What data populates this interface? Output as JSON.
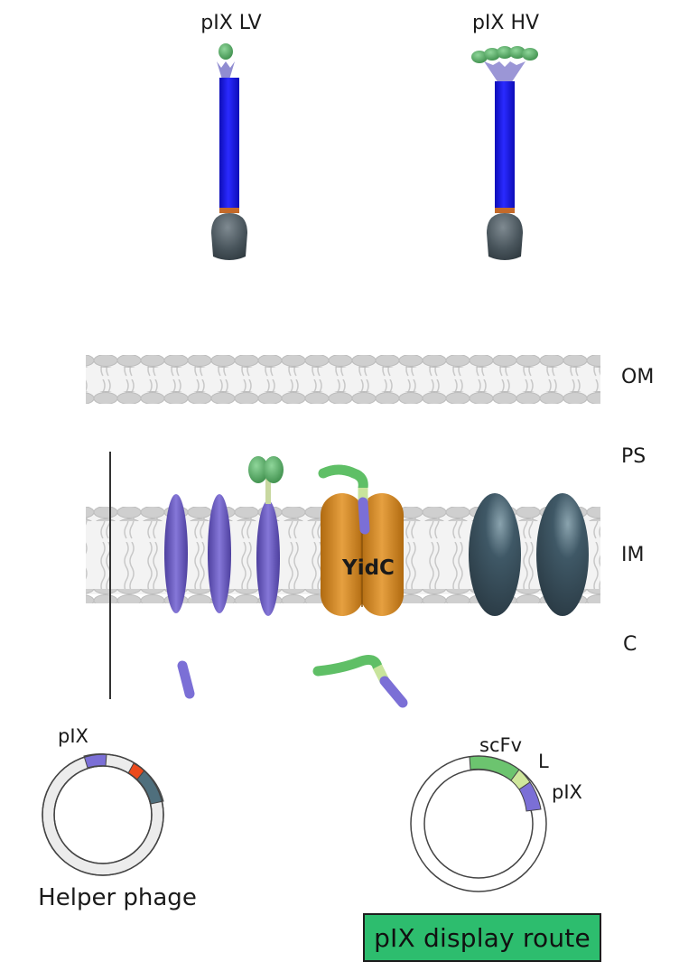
{
  "phages": {
    "low_valence": {
      "label": "pIX LV"
    },
    "high_valence": {
      "label": "pIX HV"
    }
  },
  "compartments": {
    "outer_membrane": "OM",
    "periplasm": "PS",
    "inner_membrane": "IM",
    "cytoplasm": "C"
  },
  "proteins": {
    "insertase": "YidC"
  },
  "helper_plasmid": {
    "gene_label": "pIX",
    "caption": "Helper phage"
  },
  "display_plasmid": {
    "labels": {
      "scfv": "scFv",
      "linker": "L",
      "pix": "pIX"
    }
  },
  "route_box": {
    "label": "pIX display route"
  },
  "colors": {
    "phage_body": "#1a1ae0",
    "phage_base": "#3f4c55",
    "scfv_green": "#5fbf66",
    "linker_yellowgreen": "#c8e49c",
    "pix_purple": "#7b6fd6",
    "yidc_orange": "#d48a1e",
    "tail_protein_slate": "#3c5766",
    "helper_red": "#ec4a1c",
    "route_green": "#2dbd6e",
    "membrane_head": "#c9c9c9"
  }
}
